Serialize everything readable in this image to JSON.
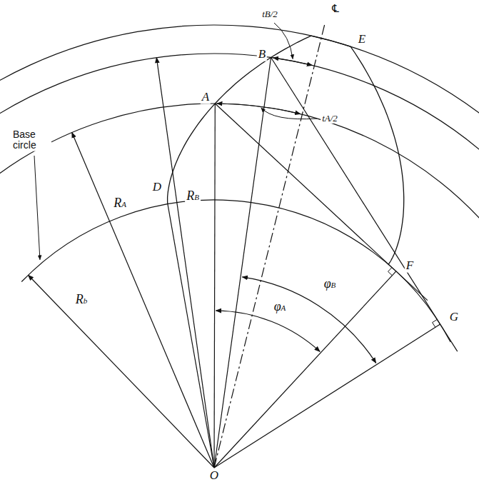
{
  "diagram": {
    "labels": [
      "tB/2",
      "℄",
      "B",
      "E",
      "A",
      "tA/2",
      "D",
      "Base circle",
      "RB",
      "RA",
      "Rb",
      "F",
      "φB",
      "φA",
      "G",
      "O"
    ]
  }
}
